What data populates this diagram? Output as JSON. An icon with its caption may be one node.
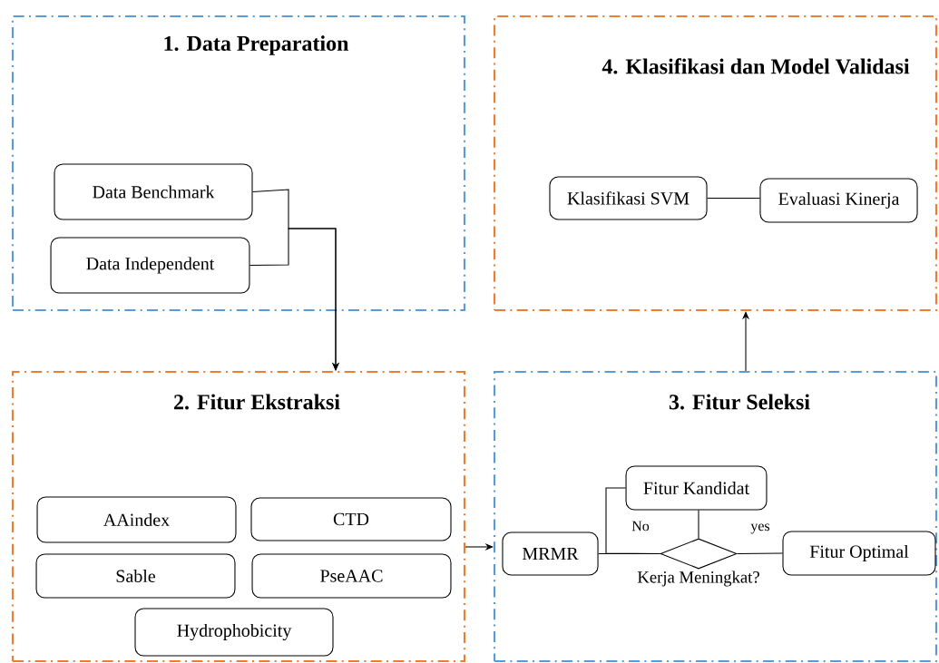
{
  "diagram": {
    "nodes": [
      {
        "text": [
          "1. Data Preparation"
        ]
      },
      {
        "text": [
          "Data Benchmark"
        ],
        "in": 0
      },
      {
        "text": [
          "Data Independent"
        ],
        "in": 0
      },
      {
        "text": [
          "4. Klasifikasi dan Model Validasi"
        ]
      },
      {
        "text": [
          "Klasifikasi SVM"
        ],
        "in": 3
      },
      {
        "text": [
          "Evaluasi Kinerja"
        ],
        "in": 3
      },
      {
        "text": [
          "2. Fitur Ekstraksi"
        ]
      },
      {
        "text": [
          "AAindex"
        ],
        "in": 6
      },
      {
        "text": [
          "CTD"
        ],
        "in": 6
      },
      {
        "text": [
          "Sable"
        ],
        "in": 6
      },
      {
        "text": [
          "PseAAC"
        ],
        "in": 6
      },
      {
        "text": [
          "Hydrophobicity"
        ],
        "in": 6
      },
      {
        "text": [
          "3. Fitur Seleksi"
        ]
      },
      {
        "text": [
          "Fitur Kandidat"
        ],
        "in": 12
      },
      {
        "text": [
          "MRMR"
        ],
        "in": 12
      },
      {
        "text": [
          "Kerja Meningkat?"
        ],
        "in": 12
      },
      {
        "text": [
          "Fitur Optimal"
        ],
        "in": 12
      }
    ],
    "edges": [
      {
        "from": 1,
        "to": 6,
        "arrow": "to"
      },
      {
        "from": 2,
        "to": 6,
        "arrow": "to"
      },
      {
        "from": 4,
        "to": 5,
        "arrow": "none"
      },
      {
        "from": 6,
        "to": 12,
        "arrow": "to"
      },
      {
        "from": 12,
        "to": 3,
        "arrow": "to"
      },
      {
        "from": 14,
        "to": 15,
        "arrow": "none"
      },
      {
        "from": 15,
        "to": 13,
        "arrow": "none",
        "label": "No"
      },
      {
        "from": 13,
        "to": 15,
        "arrow": "none"
      },
      {
        "from": 15,
        "to": 16,
        "arrow": "none",
        "label": "yes"
      }
    ]
  }
}
